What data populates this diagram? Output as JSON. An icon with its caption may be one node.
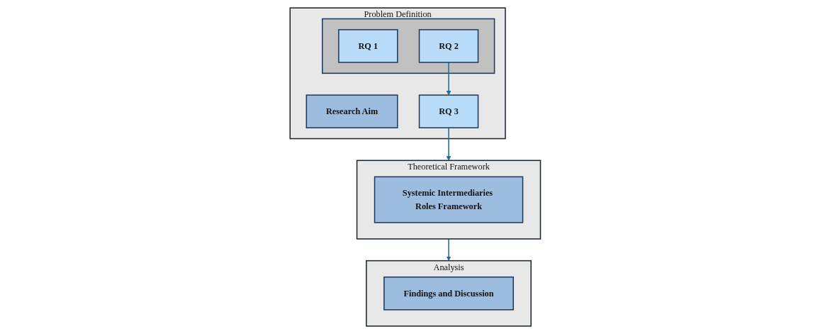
{
  "diagram": {
    "nodes": [
      {
        "text": [
          "Problem Definition"
        ]
      },
      {
        "text": [
          "Research Aim"
        ],
        "in": 0
      },
      {
        "text": [],
        "shape": "box",
        "in": 0
      },
      {
        "text": [
          "RQ 1"
        ],
        "in": 2
      },
      {
        "text": [
          "RQ 2"
        ],
        "in": 2
      },
      {
        "text": [
          "RQ 3"
        ],
        "in": 0
      },
      {
        "text": [
          "Theoretical Framework"
        ]
      },
      {
        "text": [
          "Systemic Intermediaries Roles Framework"
        ],
        "in": 6
      },
      {
        "text": [
          "Analysis"
        ]
      },
      {
        "text": [
          "Findings and Discussion"
        ],
        "in": 8
      }
    ],
    "edges": [
      {
        "from": 4,
        "to": 5,
        "arrow": "to"
      },
      {
        "from": 5,
        "to": 6,
        "arrow": "to"
      },
      {
        "from": 6,
        "to": 8,
        "arrow": "to"
      }
    ]
  }
}
